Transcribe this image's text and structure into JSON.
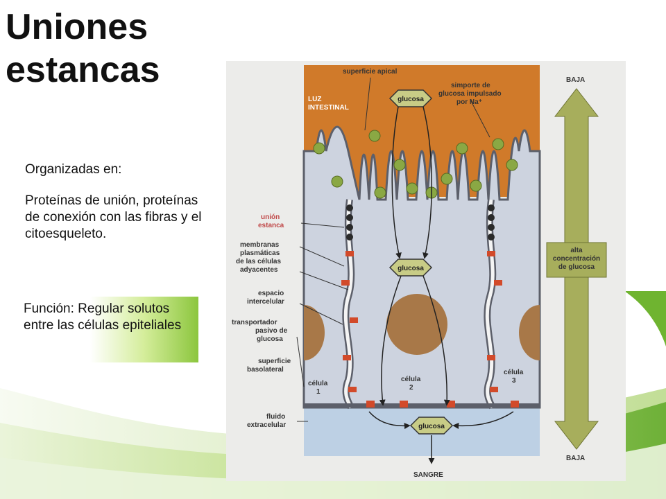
{
  "slide": {
    "title_line1": "Uniones",
    "title_line2": "estancas",
    "organized_heading": "Organizadas en:",
    "organized_body": "Proteínas de unión, proteínas de conexión con las fibras y el citoesqueleto.",
    "function_text": "Función: Regular solutos entre las células epiteliales"
  },
  "diagram": {
    "labels": {
      "surface_apical": "superficie apical",
      "luz": "LUZ",
      "intestinal": "INTESTINAL",
      "symport_1": "simporte de",
      "symport_2": "glucosa impulsado",
      "symport_3": "por Na⁺",
      "glucose": "glucosa",
      "union_1": "unión",
      "union_2": "estanca",
      "membranas_1": "membranas",
      "membranas_2": "plasmáticas",
      "membranas_3": "de las células",
      "membranas_4": "adyacentes",
      "espacio_1": "espacio",
      "espacio_2": "intercelular",
      "transportador_1": "transportador",
      "transportador_2": "pasivo de",
      "transportador_3": "glucosa",
      "superficie_b1": "superficie",
      "superficie_b2": "basolateral",
      "celula_word": "célula",
      "celula1_num": "1",
      "celula2_num": "2",
      "celula3_num": "3",
      "fluido_1": "fluido",
      "fluido_2": "extracelular",
      "sangre": "SANGRE",
      "baja_top": "BAJA",
      "baja_bottom": "BAJA",
      "alta_1": "alta",
      "alta_2": "concentración",
      "alta_3": "de glucosa"
    },
    "colors": {
      "lumen": "#d07a2a",
      "cell": "#cdd3df",
      "nucleus": "#a87848",
      "extracellular": "#bdd0e4",
      "arrow": "#a7ae5c",
      "transporter_red": "#d24a2a",
      "symport_green": "#8aa844"
    }
  }
}
